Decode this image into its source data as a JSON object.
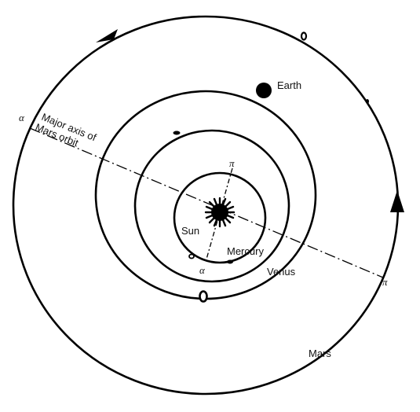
{
  "labels": {
    "earth": "Earth",
    "sun": "Sun",
    "mercury": "Mercury",
    "venus": "Venus",
    "mars": "Mars",
    "major_axis_line1": "Major axis of",
    "major_axis_line2": "Mars orbit",
    "alpha": "α",
    "pi": "π"
  },
  "colors": {
    "line": "#000000",
    "background": "#ffffff"
  }
}
